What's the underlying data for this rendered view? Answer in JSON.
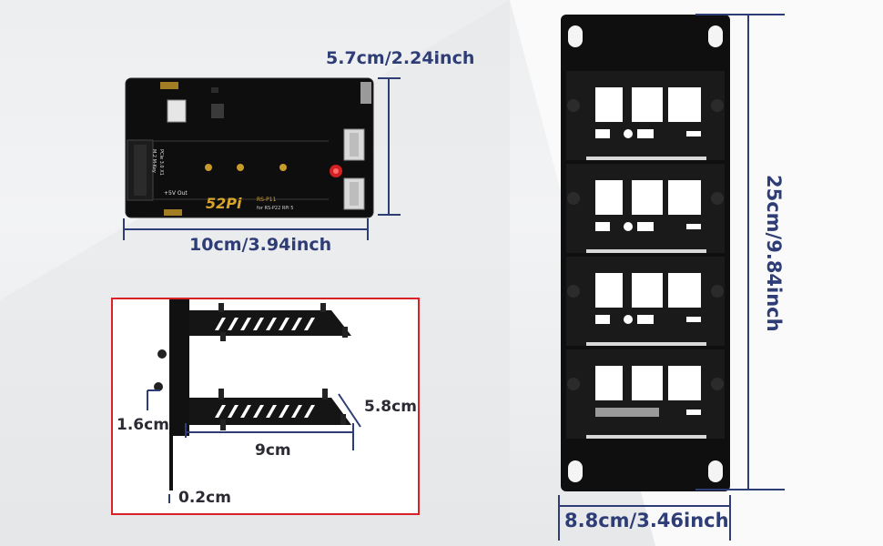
{
  "dimensions": {
    "board_height": "5.7cm/2.24inch",
    "board_width": "10cm/3.94inch",
    "shelf_depth": "5.8cm",
    "shelf_width": "9cm",
    "bracket_offset": "1.6cm",
    "sheet_thickness": "0.2cm",
    "rack_height": "25cm/9.84inch",
    "rack_width": "8.8cm/3.46inch"
  },
  "pcb": {
    "brand": "52Pi",
    "model": "RS-P11",
    "model_sub": "for RS-P22 RPi 5",
    "power_out": "+5V Out",
    "slot_label": "M.2 M-Key",
    "slot_sub": "PCIe 3.0 X1"
  },
  "colors": {
    "dimension_text": "#2e3d76",
    "detail_border": "#d92128",
    "metal": "#101010",
    "pcb_gold": "#d8a52c"
  }
}
